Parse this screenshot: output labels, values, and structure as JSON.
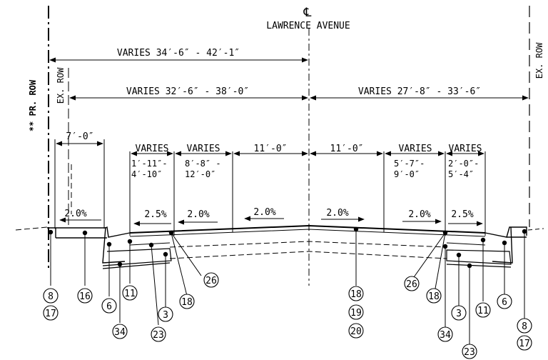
{
  "centerline_symbol": "℄",
  "street_name": "LAWRENCE AVENUE",
  "row_labels": {
    "proposed_left": "** PR. ROW",
    "existing_left": "EX. ROW",
    "existing_right": "EX. ROW"
  },
  "dimensions": {
    "pr_row_to_cl": "VARIES 34′-6″ - 42′-1″",
    "ex_row_to_cl_left": "VARIES 32′-6″ - 38′-0″",
    "cl_to_ex_row_right": "VARIES 27′-8″ - 33′-6″",
    "sidewalk": "7′-0″",
    "lane_left": "11′-0″",
    "lane_right": "11′-0″"
  },
  "varies_dims": {
    "left_outer": {
      "title": "VARIES",
      "line1": "1′-11″-",
      "line2": "4′-10″"
    },
    "left_inner": {
      "title": "VARIES",
      "line1": "8′-8″ -",
      "line2": "12′-0″"
    },
    "right_inner": {
      "title": "VARIES",
      "line1": "5′-7″-",
      "line2": "9′-0″"
    },
    "right_outer": {
      "title": "VARIES",
      "line1": "2′-0″-",
      "line2": "5′-4″"
    }
  },
  "slopes": {
    "sidewalk_left": "2.0%",
    "gutter_left": "2.5%",
    "parking_left": "2.0%",
    "lane_left": "2.0%",
    "lane_right": "2.0%",
    "parking_right": "2.0%",
    "gutter_right": "2.5%"
  },
  "callouts": {
    "c8_left": "8",
    "c17_left": "17",
    "c16": "16",
    "c6_left": "6",
    "c11_left": "11",
    "c34_left": "34",
    "c23_left": "23",
    "c3_left": "3",
    "c18_left": "18",
    "c26_left": "26",
    "c18_center": "18",
    "c19_center": "19",
    "c20_center": "20",
    "c26_right": "26",
    "c18_right": "18",
    "c34_right": "34",
    "c3_right": "3",
    "c23_right": "23",
    "c11_right": "11",
    "c6_right": "6",
    "c8_right": "8",
    "c17_right": "17"
  }
}
